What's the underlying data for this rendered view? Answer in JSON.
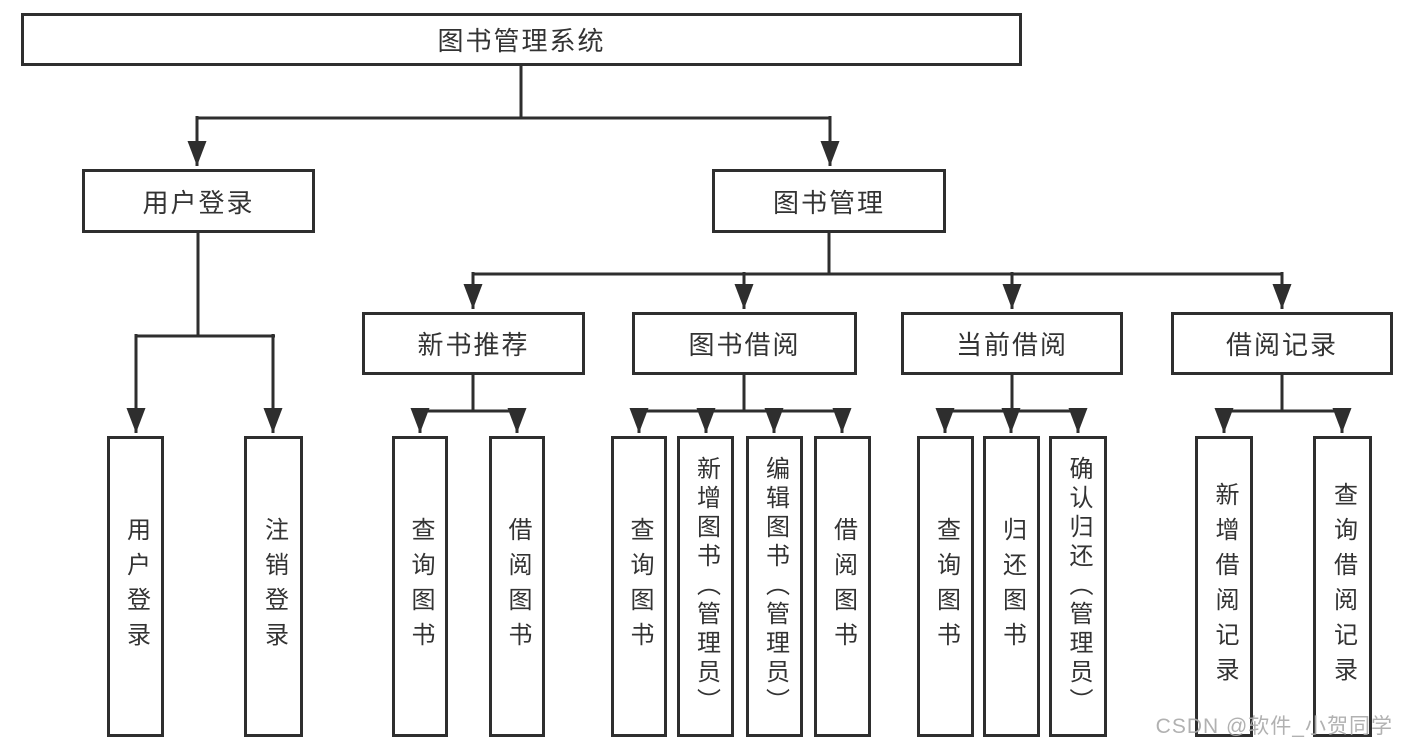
{
  "diagram": {
    "root": {
      "label": "图书管理系统"
    },
    "branches": [
      {
        "label": "用户登录",
        "children": [
          {
            "label": "用户登录"
          },
          {
            "label": "注销登录"
          }
        ]
      },
      {
        "label": "图书管理",
        "children": [
          {
            "label": "新书推荐",
            "children": [
              {
                "label": "查询图书"
              },
              {
                "label": "借阅图书"
              }
            ]
          },
          {
            "label": "图书借阅",
            "children": [
              {
                "label": "查询图书"
              },
              {
                "label": "新增图书（管理员）"
              },
              {
                "label": "编辑图书（管理员）"
              },
              {
                "label": "借阅图书"
              }
            ]
          },
          {
            "label": "当前借阅",
            "children": [
              {
                "label": "查询图书"
              },
              {
                "label": "归还图书"
              },
              {
                "label": "确认归还（管理员）"
              }
            ]
          },
          {
            "label": "借阅记录",
            "children": [
              {
                "label": "新增借阅记录"
              },
              {
                "label": "查询借阅记录"
              }
            ]
          }
        ]
      }
    ],
    "watermark": "CSDN @软件_小贺同学",
    "colors": {
      "line": "#2e2e2e",
      "box_border": "#2e2e2e",
      "text": "#333333",
      "background": "#ffffff",
      "watermark": "#ababab"
    }
  }
}
